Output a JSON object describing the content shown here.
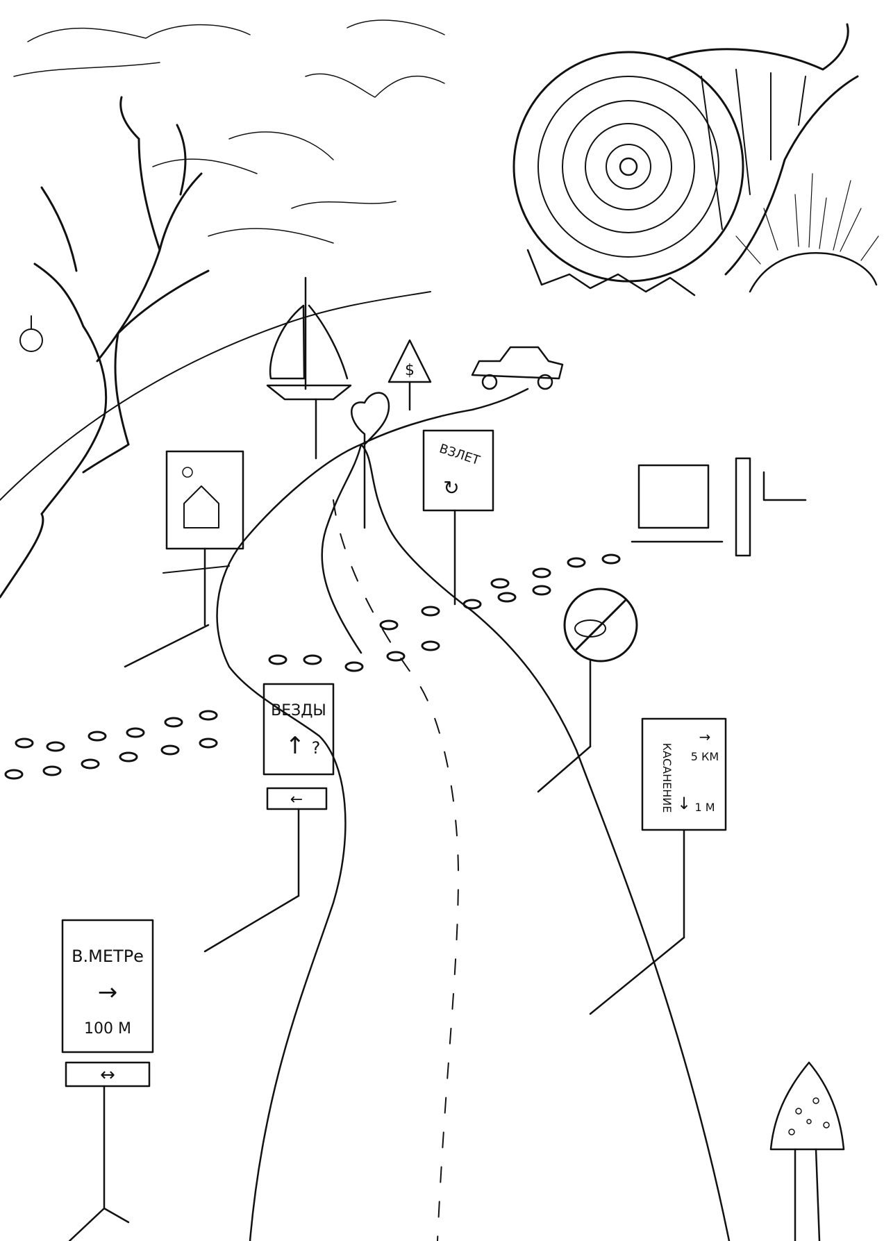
{
  "colors": {
    "ink": "#111111",
    "paper": "#ffffff"
  },
  "signs": {
    "town_sign": {
      "line1": "В.МЕТРе",
      "arrow": "→",
      "line2": "100 М",
      "plate_arrow": "↔"
    },
    "kasanie_sign": {
      "word": "КАСАНЕНИЕ",
      "top_dist": "5 КМ",
      "top_arrow": "→",
      "bottom_dist": "1 М",
      "bottom_arrow": "↓"
    },
    "vezdy_sign": {
      "word": "ВЕЗДЫ",
      "arrow": "↑",
      "mark": "?",
      "plate_arrow": "←"
    },
    "vzlet_sign": {
      "word": "ВЗЛЕТ",
      "glyph": "↻"
    },
    "money_sign": {
      "glyph": "$"
    },
    "no_smoking_sign": {
      "icon": "no-smoking-icon"
    },
    "house_sign": {
      "icon": "house-icon"
    }
  }
}
